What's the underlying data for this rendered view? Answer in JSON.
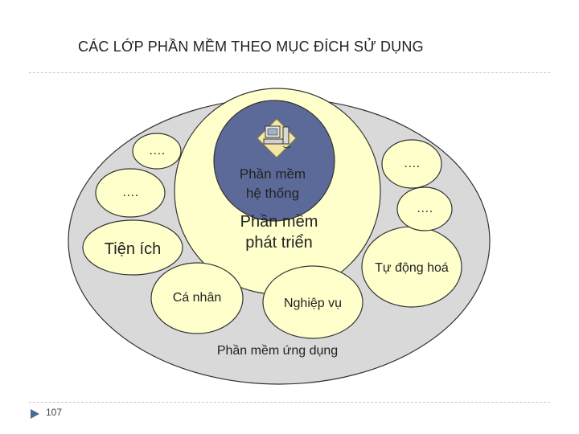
{
  "title": "CÁC LỚP PHẦN MỀM THEO MỤC ĐÍCH SỬ DỤNG",
  "page_number": "107",
  "layers": {
    "system": {
      "line1": "Phần mềm",
      "line2": "hệ thống",
      "icon": "computer-icon"
    },
    "development": {
      "line1": "Phần mềm",
      "line2": "phát triển"
    },
    "application": {
      "label": "Phần mềm ứng dụng"
    }
  },
  "bubbles": {
    "dots_top_left": "….",
    "dots_mid_left": "….",
    "utilities": "Tiện ích",
    "personal": "Cá nhân",
    "business": "Nghiệp vụ",
    "automation": "Tự động hoá",
    "dots_top_right": "….",
    "dots_mid_right": "…."
  },
  "colors": {
    "outer_ring": "#d9d9d9",
    "middle_ring": "#ffffcc",
    "core": "#5c6a99",
    "bubble": "#ffffcc"
  }
}
